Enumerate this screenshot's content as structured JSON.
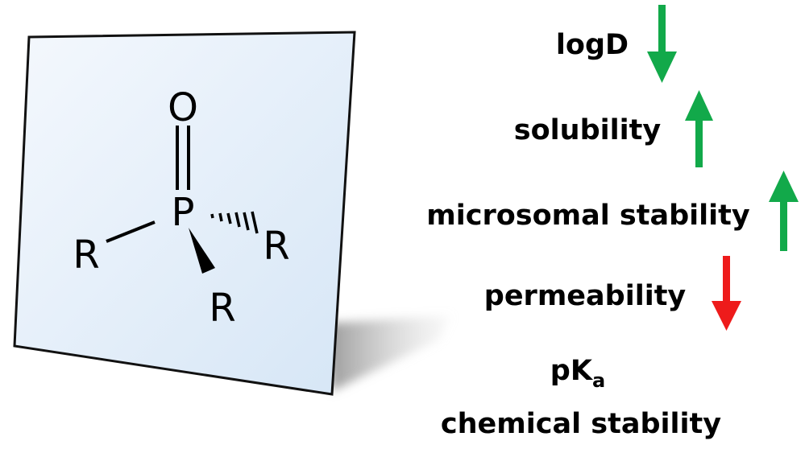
{
  "molecule": {
    "center_atom": "P",
    "oxygen": "O",
    "substituents": [
      "R",
      "R",
      "R"
    ]
  },
  "properties": [
    {
      "label": "logD",
      "subscript": "",
      "trend": "down",
      "color": "#12a94a"
    },
    {
      "label": "solubility",
      "subscript": "",
      "trend": "up",
      "color": "#12a94a"
    },
    {
      "label": "microsomal stability",
      "subscript": "",
      "trend": "up",
      "color": "#12a94a"
    },
    {
      "label": "permeability",
      "subscript": "",
      "trend": "down",
      "color": "#ee1b1b"
    },
    {
      "label": "pK",
      "subscript": "a",
      "trend": "none",
      "color": ""
    },
    {
      "label": "chemical stability",
      "subscript": "",
      "trend": "none",
      "color": ""
    }
  ],
  "colors": {
    "panel_fill_top": "#f4f8fd",
    "panel_fill_bottom": "#d6e6f6",
    "panel_border": "#111111",
    "shadow": "#9a9a9a"
  }
}
